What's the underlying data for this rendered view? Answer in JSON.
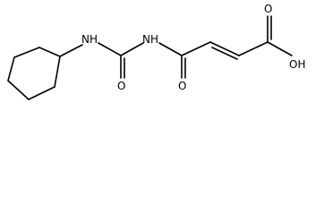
{
  "structure": {
    "atom_labels": {
      "amine_nh": "NH",
      "imide_nh": "NH",
      "urea_o": "O",
      "amide_o": "O",
      "acid_o": "O",
      "acid_oh": "OH"
    }
  },
  "colors": {
    "bond": "#000000",
    "label": "#000000",
    "background": "#ffffff"
  }
}
